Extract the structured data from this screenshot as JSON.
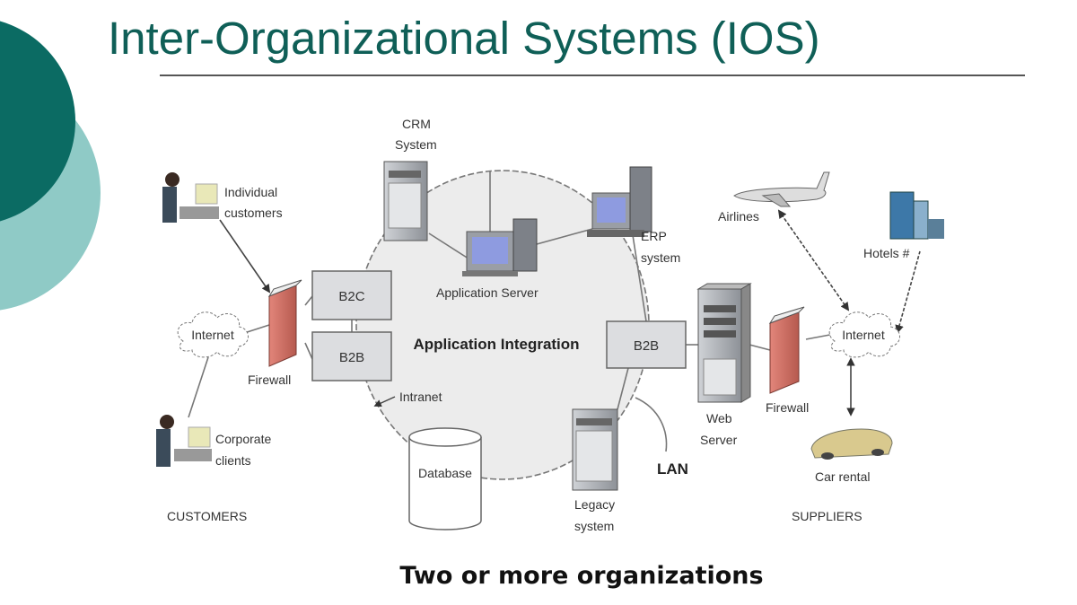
{
  "slide": {
    "title": "Inter-Organizational Systems (IOS)",
    "caption": "Two or more organizations",
    "accent_dark": "#0b6b63",
    "accent_light": "#8fcac6",
    "title_color": "#0f5f57"
  },
  "diagram": {
    "center_label": "Application Integration",
    "crm": [
      "CRM",
      "System"
    ],
    "app_server": "Application Server",
    "erp": [
      "ERP",
      "system"
    ],
    "b2c": "B2C",
    "b2b_left": "B2B",
    "b2b_right": "B2B",
    "intranet": "Intranet",
    "database": "Database",
    "legacy": [
      "Legacy",
      "system"
    ],
    "lan": "LAN",
    "web_server": [
      "Web",
      "Server"
    ],
    "firewall_left": "Firewall",
    "firewall_right": "Firewall",
    "internet_left": "Internet",
    "internet_right": "Internet",
    "individual_customers": [
      "Individual",
      "customers"
    ],
    "corporate_clients": [
      "Corporate",
      "clients"
    ],
    "airlines": "Airlines",
    "hotels": "Hotels #",
    "car_rental": "Car rental",
    "customers_group": "CUSTOMERS",
    "suppliers_group": "SUPPLIERS"
  }
}
